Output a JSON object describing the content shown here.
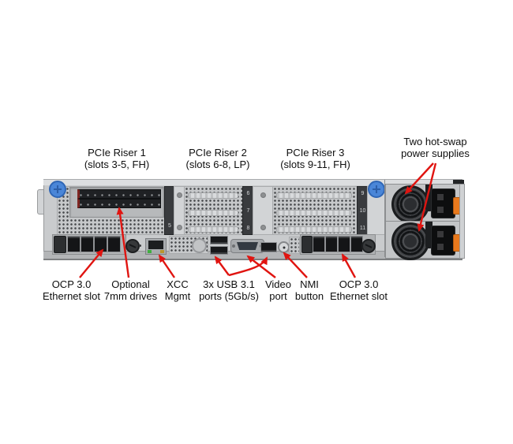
{
  "figure": {
    "type": "server-rear-view-callout-diagram",
    "top_callouts": [
      {
        "id": "pcie-riser-1",
        "line1": "PCIe Riser 1",
        "line2": "(slots 3-5, FH)"
      },
      {
        "id": "pcie-riser-2",
        "line1": "PCIe Riser 2",
        "line2": "(slots 6-8, LP)"
      },
      {
        "id": "pcie-riser-3",
        "line1": "PCIe Riser 3",
        "line2": "(slots 9-11, FH)"
      },
      {
        "id": "power-supplies",
        "line1": "Two hot-swap",
        "line2": "power supplies"
      }
    ],
    "bottom_callouts": [
      {
        "id": "ocp-left",
        "line1": "OCP 3.0",
        "line2": "Ethernet slot"
      },
      {
        "id": "7mm-drives",
        "line1": "Optional",
        "line2": "7mm drives"
      },
      {
        "id": "xcc",
        "line1": "XCC",
        "line2": "Mgmt"
      },
      {
        "id": "usb",
        "line1": "3x USB 3.1",
        "line2": "ports (5Gb/s)"
      },
      {
        "id": "video",
        "line1": "Video",
        "line2": "port"
      },
      {
        "id": "nmi",
        "line1": "NMI",
        "line2": "button"
      },
      {
        "id": "ocp-right",
        "line1": "OCP 3.0",
        "line2": "Ethernet slot"
      }
    ],
    "slot_numbers": {
      "riser1": [
        "5"
      ],
      "riser2": [
        "6",
        "7",
        "8"
      ],
      "riser3": [
        "9",
        "10",
        "11"
      ]
    },
    "colors": {
      "arrow": "#e01410",
      "thumbscrew_blue": "#4a86d8",
      "psu_latch_orange": "#e8791d"
    }
  }
}
